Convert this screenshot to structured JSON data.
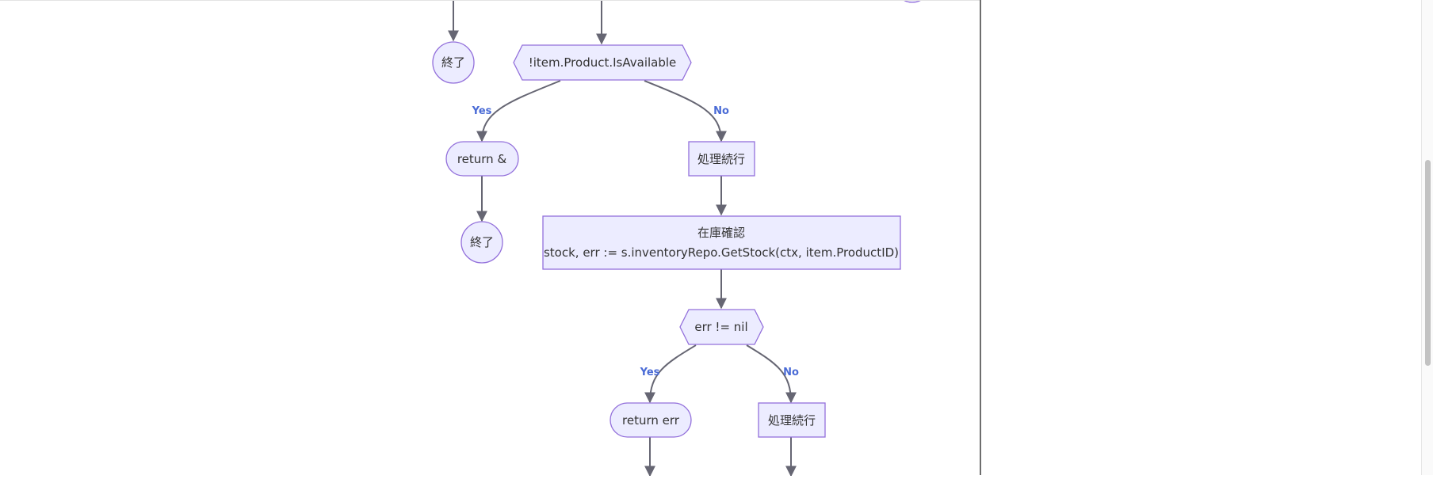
{
  "diagram": {
    "nodes": {
      "end_1": "終了",
      "decision_available": "!item.Product.IsAvailable",
      "return_amp": "return &",
      "continue_1": "処理続行",
      "end_2": "終了",
      "stock_title": "在庫確認",
      "stock_code": "stock, err := s.inventoryRepo.GetStock(ctx, item.ProductID)",
      "decision_err": "err != nil",
      "return_err": "return err",
      "continue_2": "処理続行"
    },
    "edge_labels": {
      "yes_1": "Yes",
      "no_1": "No",
      "yes_2": "Yes",
      "no_2": "No"
    },
    "colors": {
      "node_fill": "#ECECFF",
      "node_stroke": "#9370DB",
      "edge": "#666673",
      "edge_label": "#4a6bd6",
      "divider": "#6e6e6e"
    }
  }
}
